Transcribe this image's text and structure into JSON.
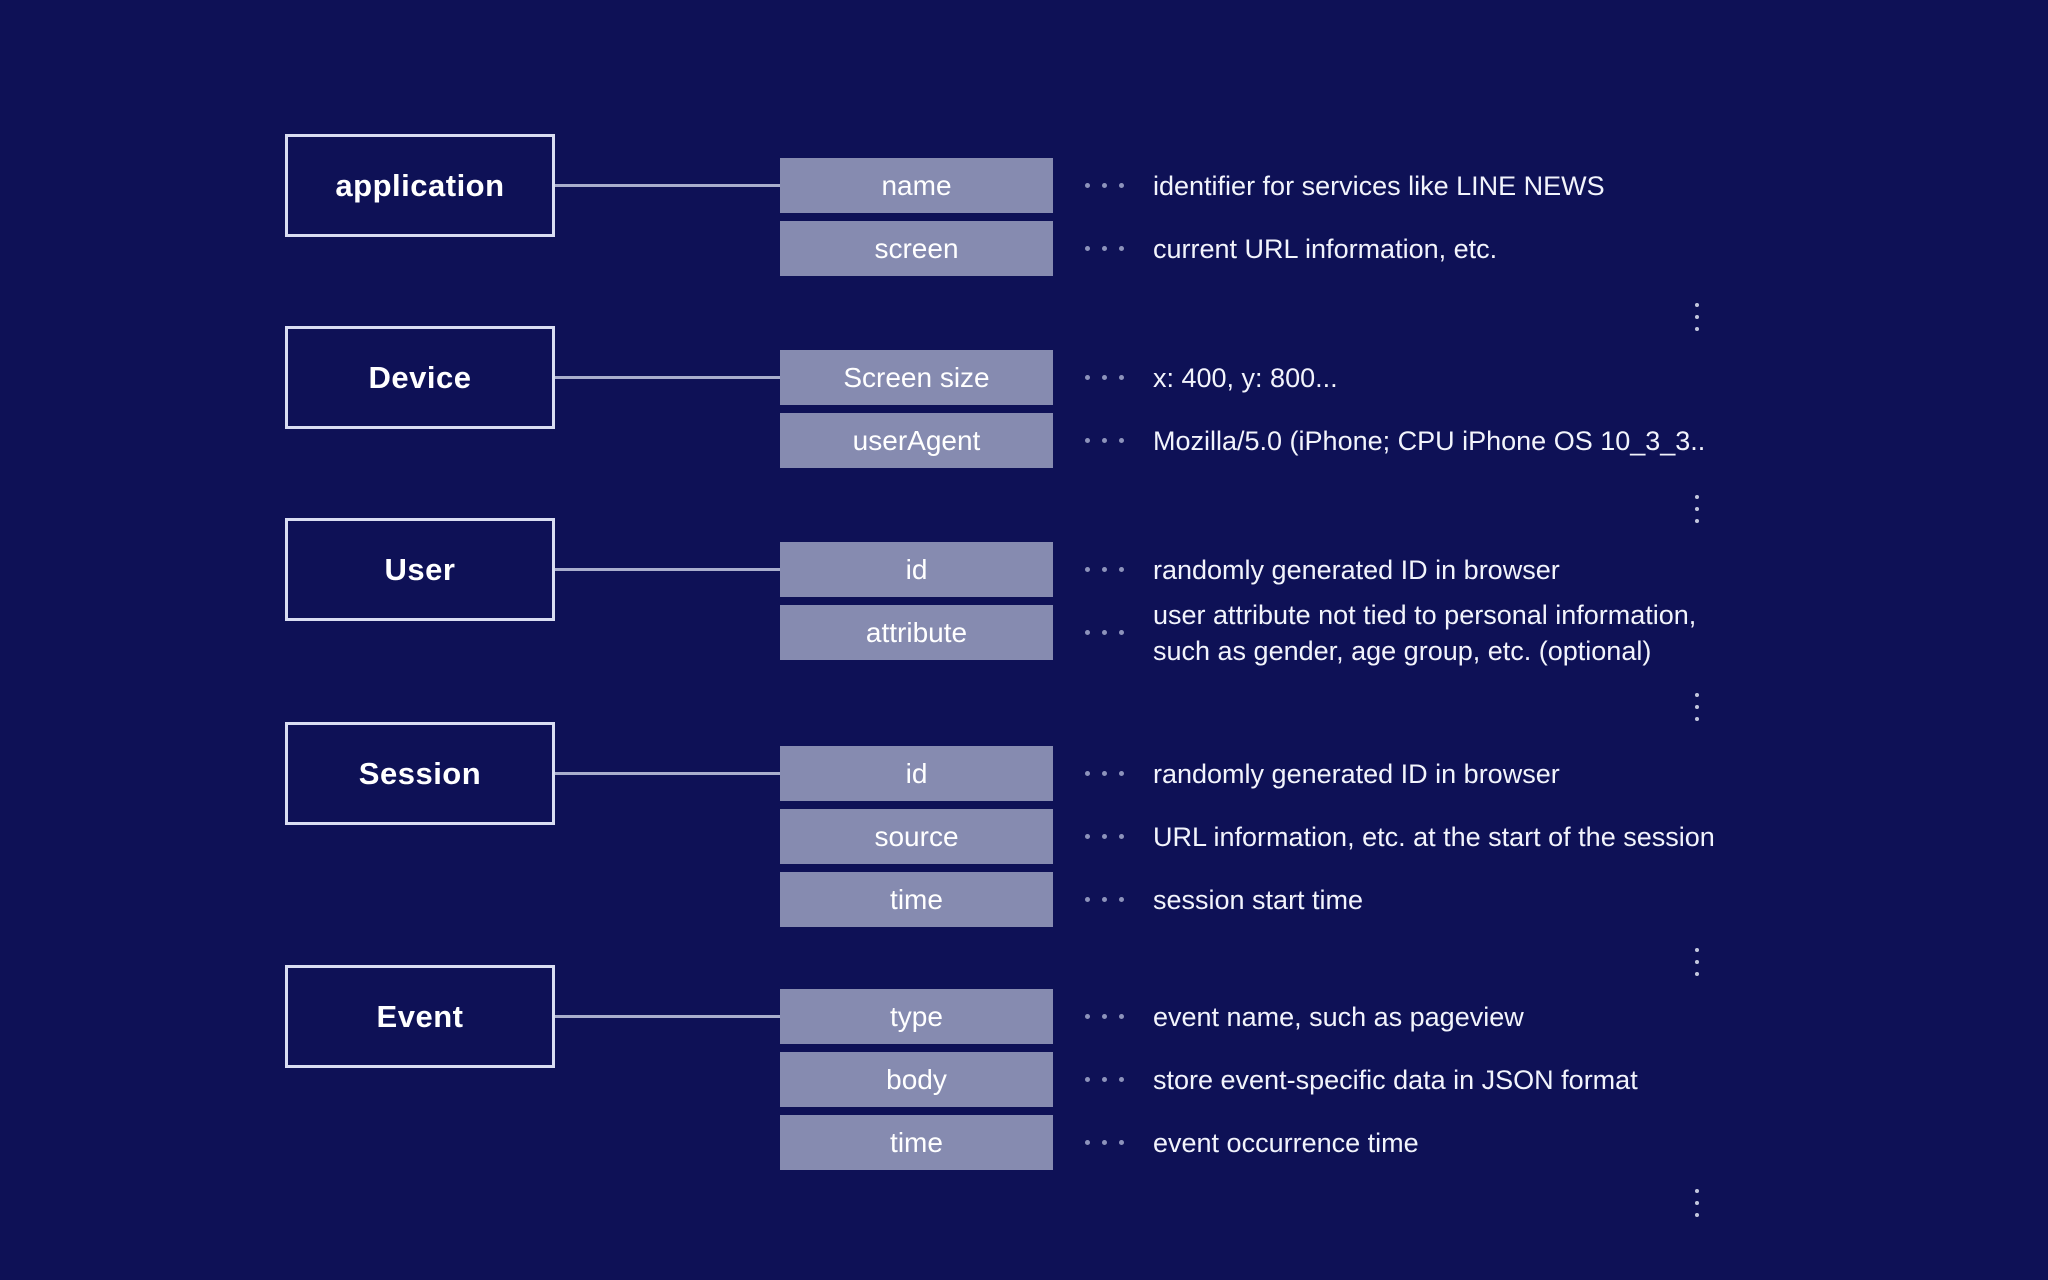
{
  "colors": {
    "background": "#0e1156",
    "attribute_box_fill": "#868bb0",
    "attribute_box_text": "#ffffff",
    "entity_border": "#d9ddf2",
    "entity_text": "#ffffff",
    "connector_line": "#a9aecd",
    "separator_dots": "#8d93bb",
    "description_text": "#f2f4fc"
  },
  "groups": [
    {
      "entity": "application",
      "attributes": [
        {
          "label": "name",
          "desc": "identifier for services like LINE NEWS"
        },
        {
          "label": "screen",
          "desc": "current URL information, etc."
        }
      ]
    },
    {
      "entity": "Device",
      "attributes": [
        {
          "label": "Screen size",
          "desc": "x: 400, y: 800..."
        },
        {
          "label": "userAgent",
          "desc": "Mozilla/5.0 (iPhone; CPU iPhone OS 10_3_3.."
        }
      ]
    },
    {
      "entity": "User",
      "attributes": [
        {
          "label": "id",
          "desc": "randomly generated ID in browser"
        },
        {
          "label": "attribute",
          "desc": "user attribute not tied to personal information,\nsuch as gender, age group, etc. (optional)"
        }
      ]
    },
    {
      "entity": "Session",
      "attributes": [
        {
          "label": "id",
          "desc": "randomly generated ID in browser"
        },
        {
          "label": "source",
          "desc": "URL information, etc. at the start of the session"
        },
        {
          "label": "time",
          "desc": "session start time"
        }
      ]
    },
    {
      "entity": "Event",
      "attributes": [
        {
          "label": "type",
          "desc": "event name, such as pageview"
        },
        {
          "label": "body",
          "desc": "store event-specific data in JSON format"
        },
        {
          "label": "time",
          "desc": "event occurrence time"
        }
      ]
    }
  ]
}
